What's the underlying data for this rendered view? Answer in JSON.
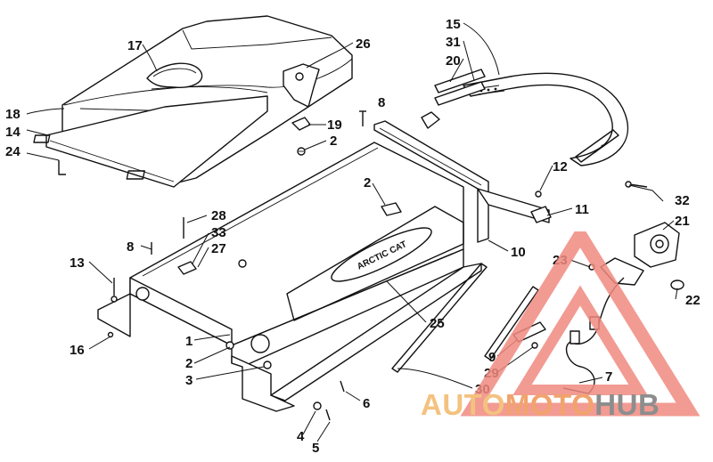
{
  "callouts": [
    {
      "id": "c17",
      "label": "17"
    },
    {
      "id": "c26",
      "label": "26"
    },
    {
      "id": "c15",
      "label": "15"
    },
    {
      "id": "c31",
      "label": "31"
    },
    {
      "id": "c20",
      "label": "20"
    },
    {
      "id": "c18",
      "label": "18"
    },
    {
      "id": "c14",
      "label": "14"
    },
    {
      "id": "c24",
      "label": "24"
    },
    {
      "id": "c8a",
      "label": "8"
    },
    {
      "id": "c19",
      "label": "19"
    },
    {
      "id": "c2a",
      "label": "2"
    },
    {
      "id": "c12",
      "label": "12"
    },
    {
      "id": "c2b",
      "label": "2"
    },
    {
      "id": "c32",
      "label": "32"
    },
    {
      "id": "c21",
      "label": "21"
    },
    {
      "id": "c11",
      "label": "11"
    },
    {
      "id": "c28",
      "label": "28"
    },
    {
      "id": "c33",
      "label": "33"
    },
    {
      "id": "c27",
      "label": "27"
    },
    {
      "id": "c8b",
      "label": "8"
    },
    {
      "id": "c13",
      "label": "13"
    },
    {
      "id": "c10",
      "label": "10"
    },
    {
      "id": "c23",
      "label": "23"
    },
    {
      "id": "c22",
      "label": "22"
    },
    {
      "id": "c25",
      "label": "25"
    },
    {
      "id": "c16",
      "label": "16"
    },
    {
      "id": "c1",
      "label": "1"
    },
    {
      "id": "c2c",
      "label": "2"
    },
    {
      "id": "c3",
      "label": "3"
    },
    {
      "id": "c9",
      "label": "9"
    },
    {
      "id": "c29",
      "label": "29"
    },
    {
      "id": "c7",
      "label": "7"
    },
    {
      "id": "c30",
      "label": "30"
    },
    {
      "id": "c6",
      "label": "6"
    },
    {
      "id": "c4",
      "label": "4"
    },
    {
      "id": "c5",
      "label": "5"
    }
  ],
  "decal_text": "ARCTIC CAT",
  "watermark": {
    "part1": "AUTO",
    "part2": "MOTO",
    "part3": "HUB",
    "color1": "#f4c27f",
    "color2": "#f1a36d",
    "color3": "#8d8d8d",
    "triangle_color": "#f08a80"
  }
}
